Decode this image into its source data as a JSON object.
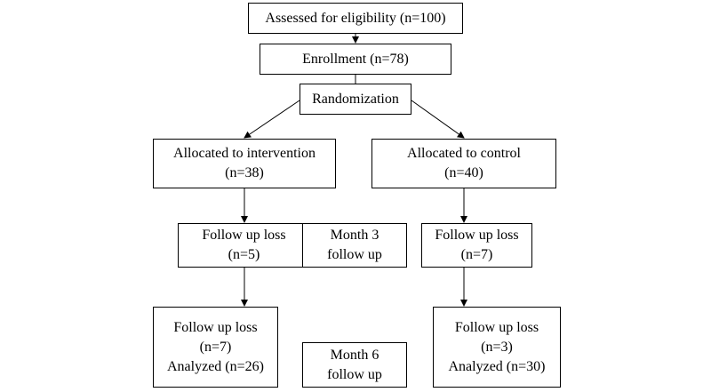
{
  "flowchart": {
    "assessed": "Assessed for eligibility (n=100)",
    "enrollment": "Enrollment (n=78)",
    "randomization": "Randomization",
    "intervention": {
      "line1": "Allocated to intervention",
      "line2": "(n=38)"
    },
    "control": {
      "line1": "Allocated to control",
      "line2": "(n=40)"
    },
    "month3_loss_intervention": {
      "line1": "Follow up loss",
      "line2": "(n=5)"
    },
    "month3_label": {
      "line1": "Month 3",
      "line2": "follow up"
    },
    "month3_loss_control": {
      "line1": "Follow up loss",
      "line2": "(n=7)"
    },
    "month6_intervention": {
      "line1": "Follow up loss",
      "line2": "(n=7)",
      "line3": "Analyzed (n=26)"
    },
    "month6_label": {
      "line1": "Month 6",
      "line2": "follow up"
    },
    "month6_control": {
      "line1": "Follow up loss",
      "line2": "(n=3)",
      "line3": "Analyzed (n=30)"
    }
  }
}
